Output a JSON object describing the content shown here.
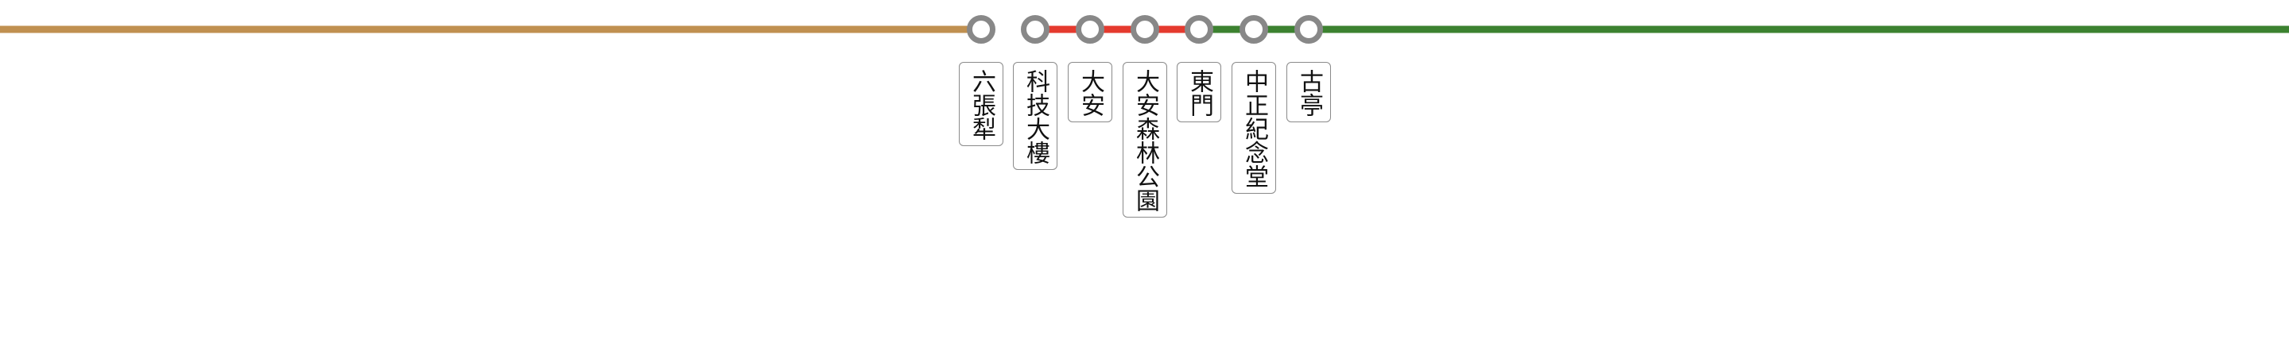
{
  "lines": [
    {
      "name": "brown-line",
      "color": "#c09050",
      "from": 0,
      "to": 1
    },
    {
      "name": "red-line",
      "color": "#e53a2e",
      "from": 2,
      "to": 5
    },
    {
      "name": "green-line",
      "color": "#3c8230",
      "from": 5,
      "to": 8
    }
  ],
  "stations": [
    {
      "id": "liuzhangli",
      "label": "六張犁"
    },
    {
      "id": "technology-building",
      "label": "科技大樓"
    },
    {
      "id": "daan",
      "label": "大安"
    },
    {
      "id": "daan-park",
      "label": "大安森林公園"
    },
    {
      "id": "dongmen",
      "label": "東門"
    },
    {
      "id": "cks-memorial-hall",
      "label": "中正紀念堂"
    },
    {
      "id": "guting",
      "label": "古亭"
    }
  ],
  "station_marker_color": "#888888"
}
